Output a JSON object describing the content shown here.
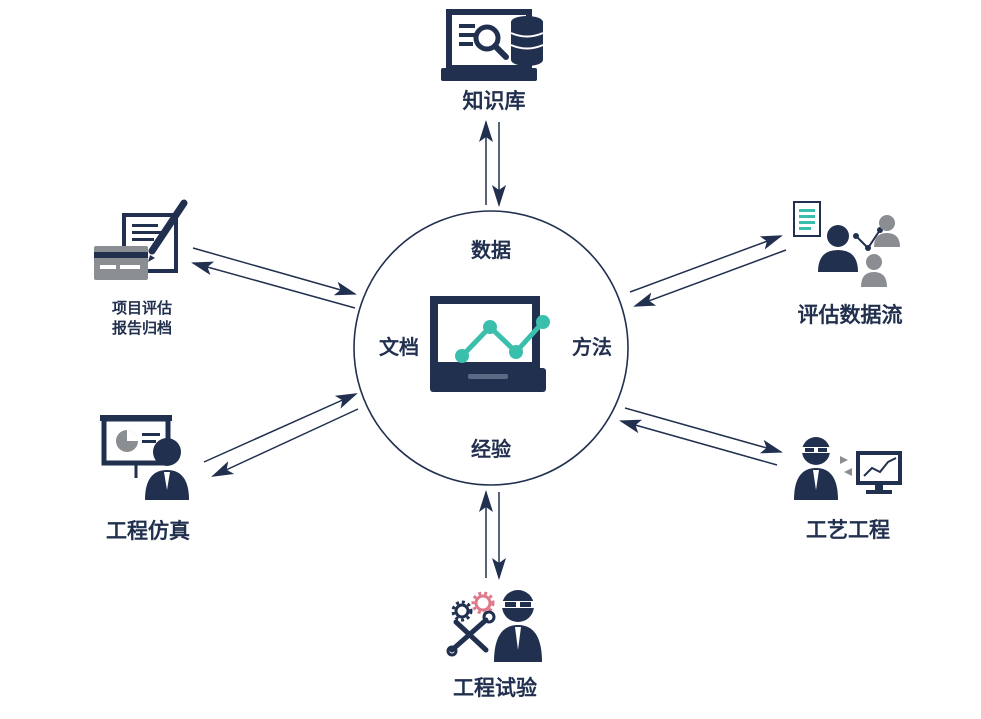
{
  "colors": {
    "navy": "#22304f",
    "teal": "#3bbfad",
    "gray": "#8a8d91",
    "pink": "#e0788c"
  },
  "hub": {
    "icon": "laptop-line-chart-icon",
    "top": "数据",
    "left": "文档",
    "right": "方法",
    "bottom": "经验"
  },
  "nodes": {
    "knowledge_base": {
      "label": "知识库",
      "icon": "monitor-search-database-icon"
    },
    "evaluation_flow": {
      "label": "评估数据流",
      "icon": "people-network-document-icon"
    },
    "process_engineering": {
      "label": "工艺工程",
      "icon": "engineer-monitor-chart-icon"
    },
    "engineering_test": {
      "label": "工程试验",
      "icon": "engineer-gears-tools-icon"
    },
    "engineering_simulation": {
      "label": "工程仿真",
      "icon": "presenter-pie-chart-icon"
    },
    "report_archive": {
      "line1": "项目评估",
      "line2": "报告归档",
      "icon": "document-pen-card-icon"
    }
  }
}
